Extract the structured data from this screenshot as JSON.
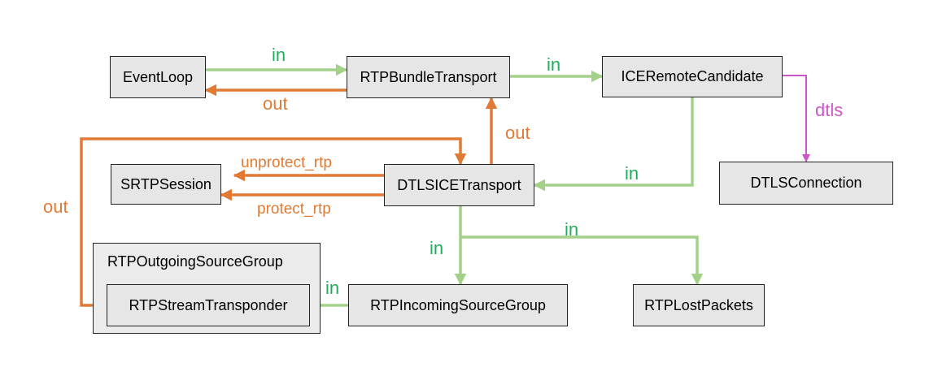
{
  "colors": {
    "in_edge": "#a3d18a",
    "out_edge": "#e07a34",
    "dtls_edge": "#cc55cc",
    "in_text": "#1fae5b",
    "node_fill": "#e6e6e6",
    "node_border": "#222222"
  },
  "nodes": {
    "event_loop": "EventLoop",
    "rtp_bundle_transport": "RTPBundleTransport",
    "ice_remote_candidate": "ICERemoteCandidate",
    "srtp_session": "SRTPSession",
    "dtls_ice_transport": "DTLSICETransport",
    "dtls_connection": "DTLSConnection",
    "rtp_outgoing_source_group": "RTPOutgoingSourceGroup",
    "rtp_stream_transponder": "RTPStreamTransponder",
    "rtp_incoming_source_group": "RTPIncomingSourceGroup",
    "rtp_lost_packets": "RTPLostPackets"
  },
  "edges": [
    {
      "from": "EventLoop",
      "to": "RTPBundleTransport",
      "label": "in",
      "kind": "in"
    },
    {
      "from": "RTPBundleTransport",
      "to": "EventLoop",
      "label": "out",
      "kind": "out"
    },
    {
      "from": "RTPBundleTransport",
      "to": "ICERemoteCandidate",
      "label": "in",
      "kind": "in"
    },
    {
      "from": "ICERemoteCandidate",
      "to": "DTLSConnection",
      "label": "dtls",
      "kind": "dtls"
    },
    {
      "from": "DTLSICETransport",
      "to": "RTPBundleTransport",
      "label": "out",
      "kind": "out"
    },
    {
      "from": "ICERemoteCandidate",
      "to": "DTLSICETransport",
      "label": "in",
      "kind": "in"
    },
    {
      "from": "DTLSICETransport",
      "to": "SRTPSession",
      "label": "unprotect_rtp",
      "kind": "out"
    },
    {
      "from": "DTLSICETransport",
      "to": "SRTPSession",
      "label": "protect_rtp",
      "kind": "out"
    },
    {
      "from": "RTPStreamTransponder",
      "to": "DTLSICETransport",
      "label": "out",
      "kind": "out"
    },
    {
      "from": "DTLSICETransport",
      "to": "RTPIncomingSourceGroup",
      "label": "in",
      "kind": "in"
    },
    {
      "from": "DTLSICETransport",
      "to": "RTPLostPackets",
      "label": "in",
      "kind": "in"
    },
    {
      "from": "RTPIncomingSourceGroup",
      "to": "RTPStreamTransponder",
      "label": "in",
      "kind": "in"
    }
  ]
}
